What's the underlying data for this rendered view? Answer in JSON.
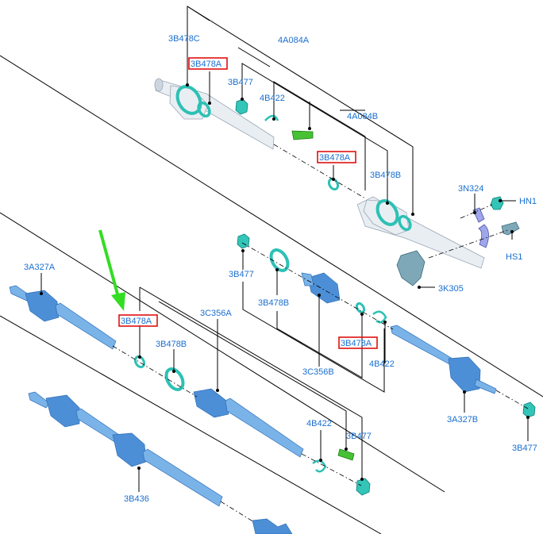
{
  "labels": {
    "l_3b478c": "3B478C",
    "l_3b478a_top": "3B478A",
    "l_4a084a": "4A084A",
    "l_3b477_top": "3B477",
    "l_4b422_top": "4B422",
    "l_4a084b": "4A084B",
    "l_3b478a_mid": "3B478A",
    "l_3b478b_top": "3B478B",
    "l_3n324": "3N324",
    "l_hn1": "HN1",
    "l_hs1": "HS1",
    "l_3k305": "3K305",
    "l_3a327a": "3A327A",
    "l_3b478a_left": "3B478A",
    "l_3b478b_left": "3B478B",
    "l_3c356a": "3C356A",
    "l_3b477_mid": "3B477",
    "l_3b478b_mid": "3B478B",
    "l_3c356b": "3C356B",
    "l_3b478a_right": "3B478A",
    "l_4b422_right": "4B422",
    "l_3a327b": "3A327B",
    "l_3b477_right": "3B477",
    "l_4b422_bot": "4B422",
    "l_3b477_bot": "3B477",
    "l_3b436": "3B436"
  },
  "highlighted_part": "3B478A",
  "colors": {
    "label_text": "#1a6fd0",
    "highlight_box": "#e01010",
    "pointer_arrow": "#33dd22",
    "shaft_blue": "#7ab3e8",
    "ring_teal": "#2cc1b5",
    "grease_green": "#46c234",
    "bracket_purple": "#9fa6ea"
  }
}
